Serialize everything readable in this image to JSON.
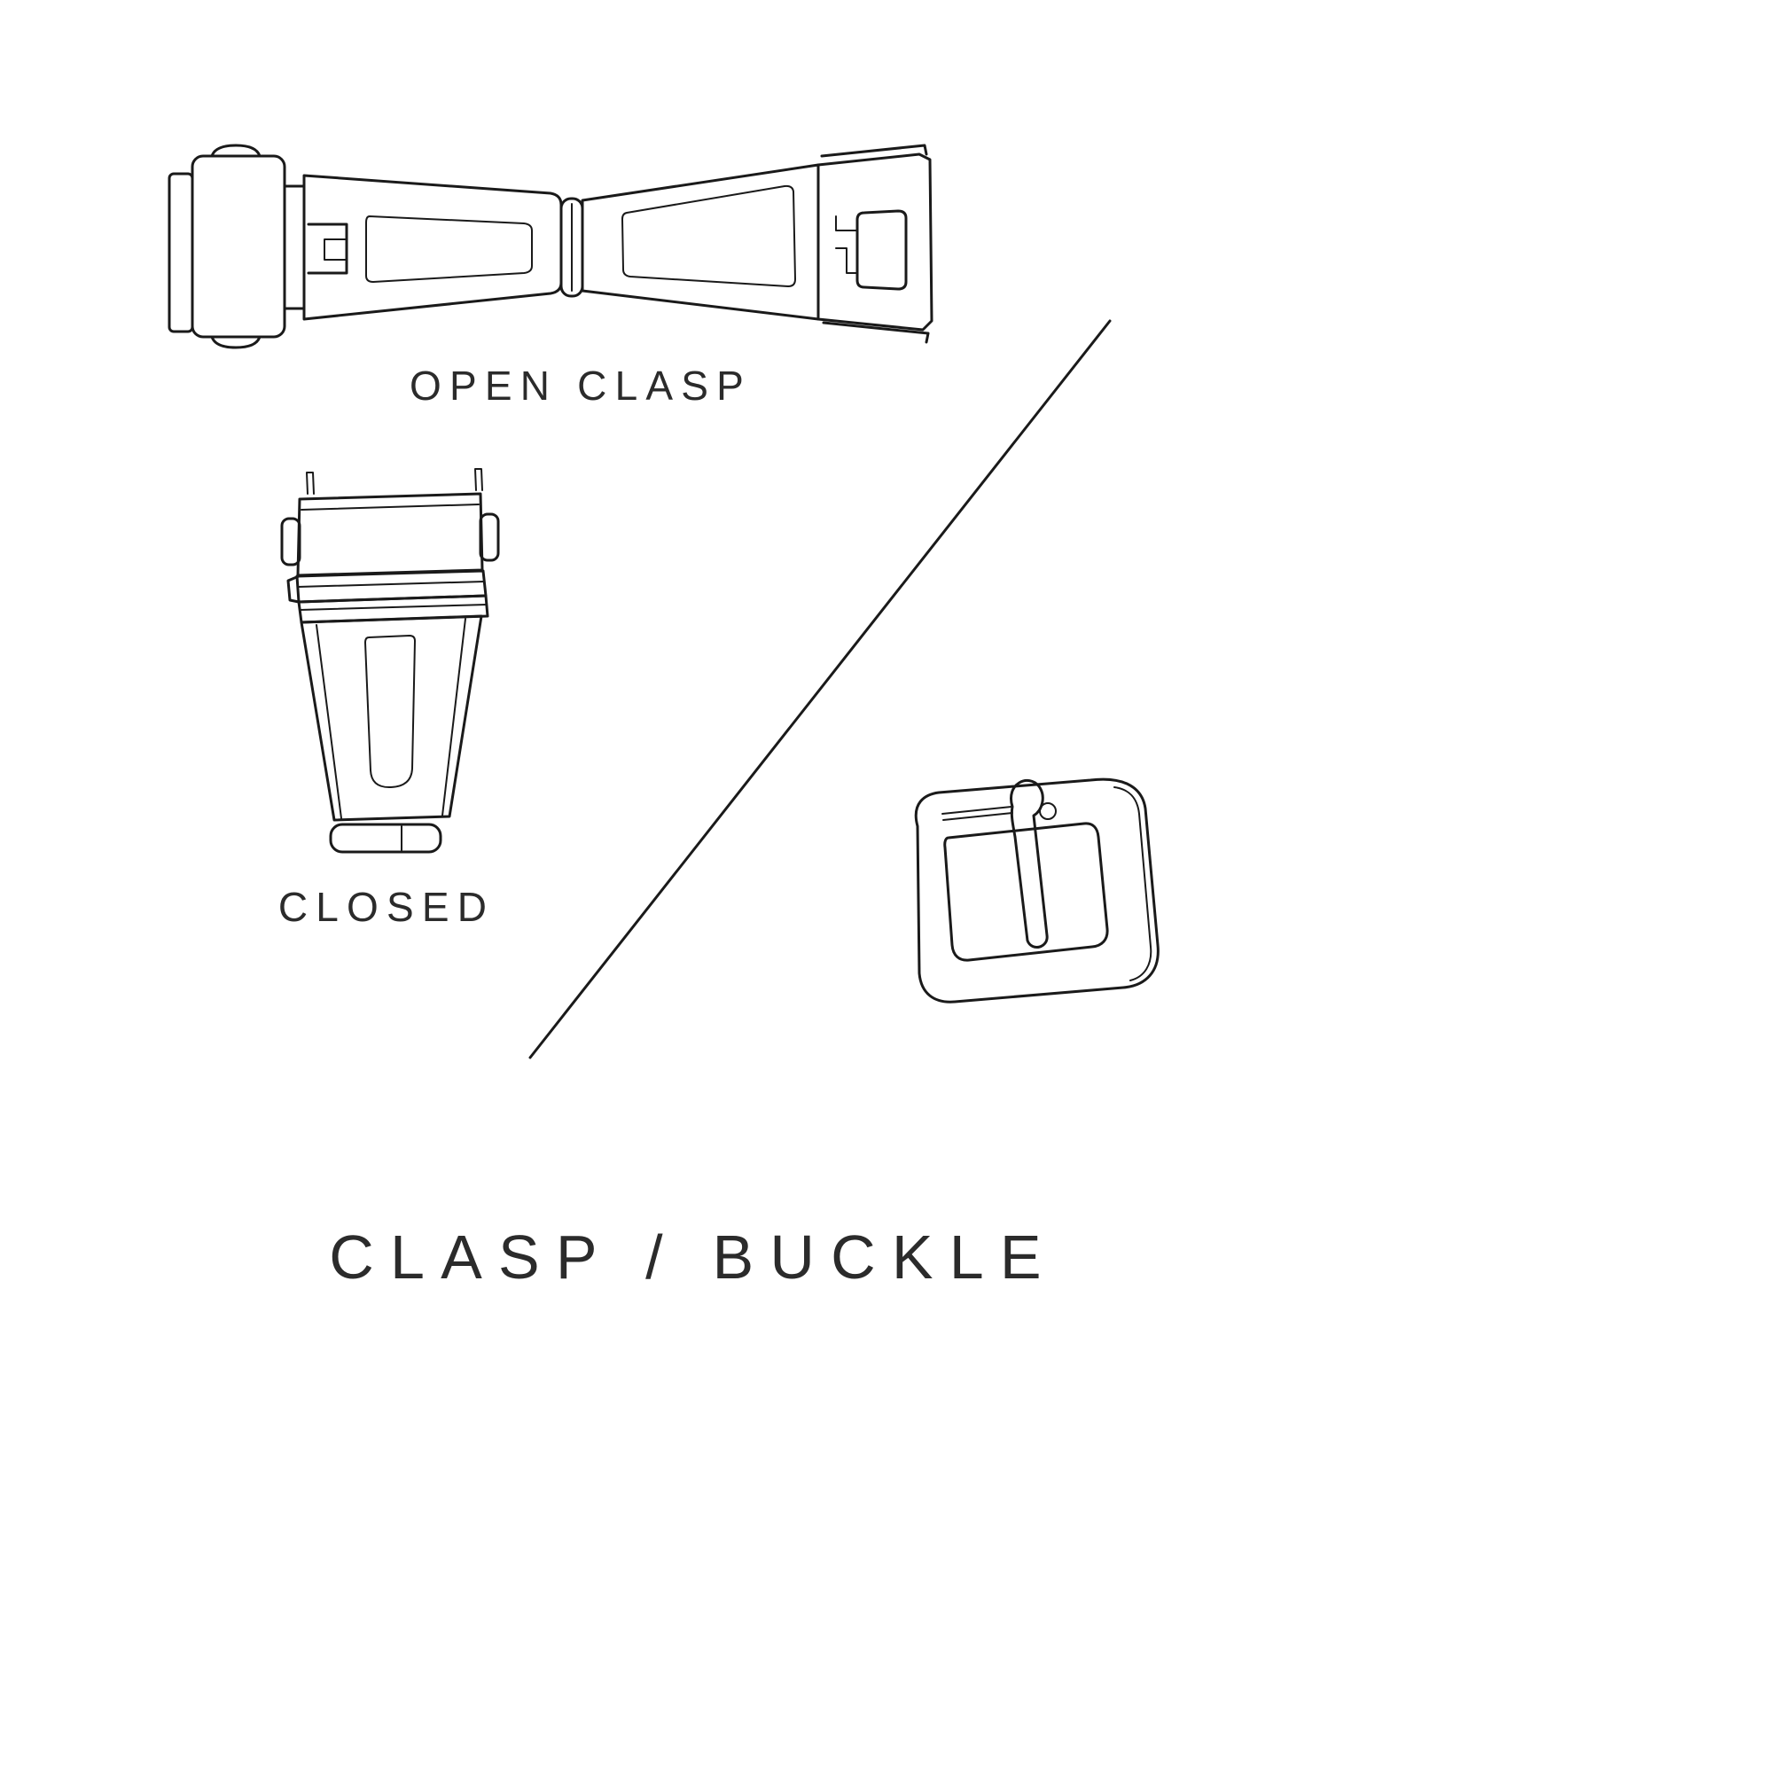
{
  "title": "CLASP / BUCKLE",
  "labels": {
    "open_clasp": "OPEN CLASP",
    "closed": "CLOSED"
  },
  "colors": {
    "background": "#ffffff",
    "line": "#1a1a1a",
    "text": "#2b2b2b"
  },
  "illustrations": [
    {
      "name": "open-clasp-illustration"
    },
    {
      "name": "closed-clasp-illustration"
    },
    {
      "name": "tang-buckle-illustration"
    },
    {
      "name": "diagonal-divider"
    }
  ]
}
